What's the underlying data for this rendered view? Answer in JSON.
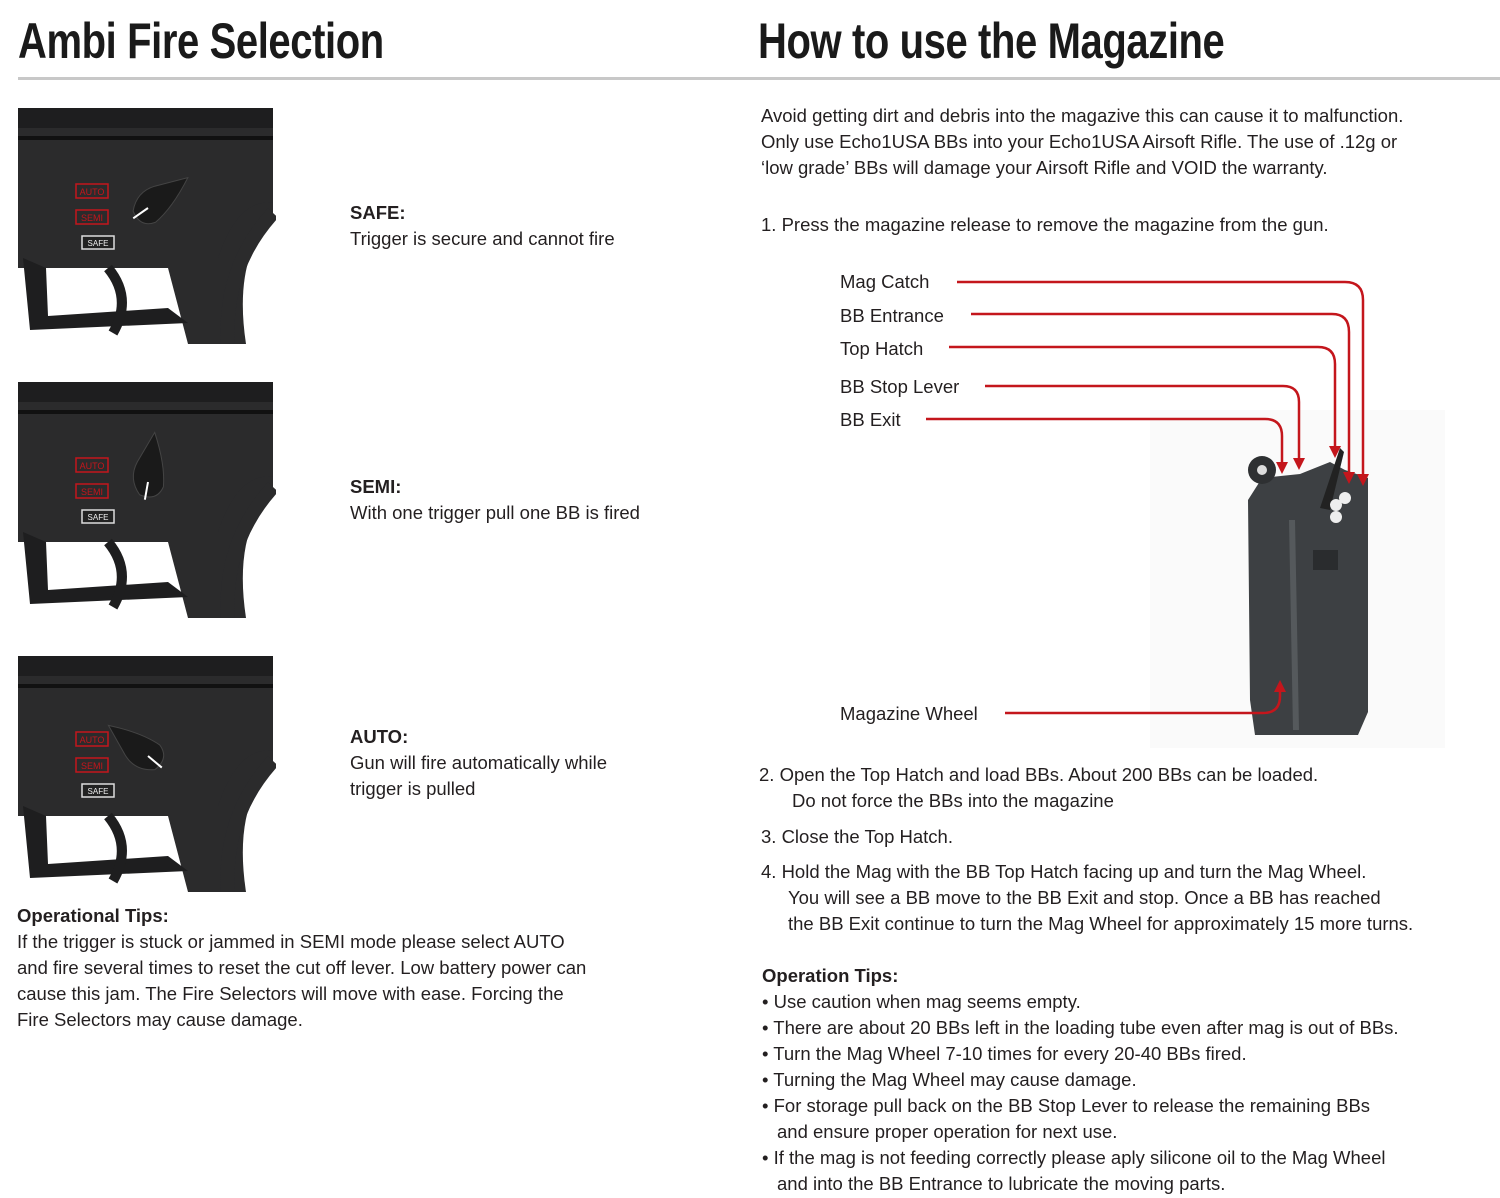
{
  "left": {
    "title": "Ambi Fire Selection",
    "selector_marks": {
      "auto": "AUTO",
      "semi": "SEMI",
      "safe": "SAFE"
    },
    "modes": [
      {
        "label": "SAFE:",
        "desc": [
          "Trigger is secure and cannot fire"
        ]
      },
      {
        "label": "SEMI:",
        "desc": [
          "With one trigger pull one BB is fired"
        ]
      },
      {
        "label": "AUTO:",
        "desc": [
          "Gun will fire automatically while",
          "trigger is pulled"
        ]
      }
    ],
    "tips_title": "Operational Tips:",
    "tips": [
      "If the trigger is stuck or jammed in SEMI mode please select AUTO",
      "and fire several times to reset the cut off lever. Low battery power can",
      "cause this jam. The Fire Selectors will move with ease. Forcing the",
      "Fire Selectors may cause damage."
    ]
  },
  "right": {
    "title": "How to use the Magazine",
    "intro": [
      "Avoid  getting dirt and debris into the magazive this can cause it to malfunction.",
      "Only use Echo1USA BBs into your Echo1USA Airsoft Rifle. The use of .12g or",
      "‘low grade’ BBs will damage your Airsoft Rifle and VOID the warranty."
    ],
    "step1": "1. Press the magazine release to remove the magazine from the gun.",
    "parts": [
      "Mag Catch",
      "BB Entrance",
      "Top Hatch",
      "BB Stop Lever",
      "BB Exit",
      "Magazine Wheel"
    ],
    "accent": "#c4161c",
    "step2": [
      "2.  Open the Top Hatch and load BBs. About 200 BBs can be loaded.",
      "Do not force the  BBs into the magazine"
    ],
    "step3": "3.  Close the Top Hatch.",
    "step4": [
      "4.  Hold the Mag with the BB Top Hatch facing up and turn the Mag Wheel.",
      "You will see a BB move to the BB Exit and stop. Once a BB has reached",
      "the BB Exit continue to turn the Mag Wheel for approximately 15 more turns."
    ],
    "tips_title": "Operation Tips:",
    "tips": [
      "• Use caution when mag seems empty.",
      "• There are about 20 BBs left in the loading tube even after mag is out of BBs.",
      "• Turn the Mag Wheel 7-10 times for every 20-40 BBs fired.",
      "• Turning the Mag Wheel may cause damage.",
      "• For storage pull back on the BB Stop Lever to release the remaining BBs",
      "and ensure proper operation for next use.",
      "• If the mag is not feeding correctly please aply silicone oil to the Mag Wheel",
      "and into the BB Entrance to lubricate the moving parts."
    ]
  }
}
